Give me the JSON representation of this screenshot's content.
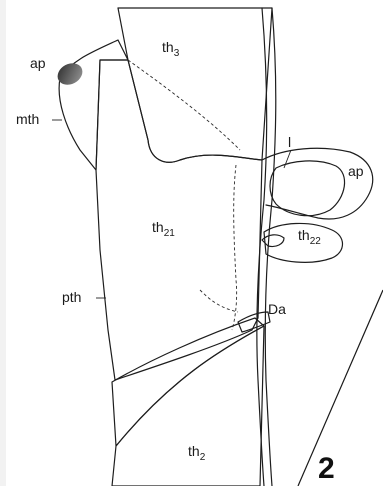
{
  "figure": {
    "panel_number": "2",
    "labels": {
      "ap_top": "ap",
      "mth": "mth",
      "th3": {
        "base": "th",
        "sub": "3"
      },
      "l": "l",
      "ap_right": "ap",
      "th21": {
        "base": "th",
        "sub": "21"
      },
      "th22": {
        "base": "th",
        "sub": "22"
      },
      "pth": "pth",
      "da": "Da",
      "th2": {
        "base": "th",
        "sub": "2"
      }
    }
  }
}
